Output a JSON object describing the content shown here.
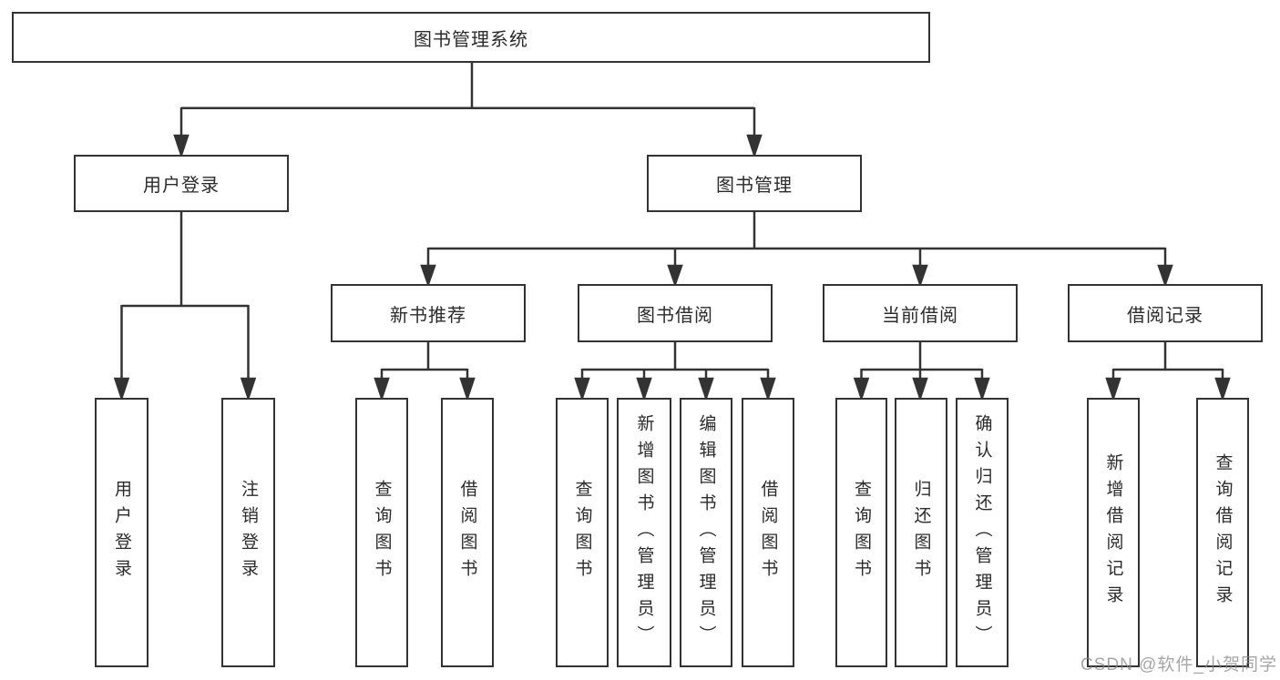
{
  "colors": {
    "line": "#333333",
    "text": "#2b2b2b",
    "box_background": "#ffffff",
    "watermark": "#848484"
  },
  "watermark": {
    "text": "CSDN @软件_小贺同学"
  },
  "tree": {
    "root": {
      "label": "图书管理系统"
    },
    "branches": [
      {
        "label": "用户登录",
        "children": [
          {
            "label": "用户登录"
          },
          {
            "label": "注销登录"
          }
        ]
      },
      {
        "label": "图书管理",
        "children": [
          {
            "label": "新书推荐",
            "children": [
              {
                "label": "查询图书"
              },
              {
                "label": "借阅图书"
              }
            ]
          },
          {
            "label": "图书借阅",
            "children": [
              {
                "label": "查询图书"
              },
              {
                "label": "新增图书（管理员）"
              },
              {
                "label": "编辑图书（管理员）"
              },
              {
                "label": "借阅图书"
              }
            ]
          },
          {
            "label": "当前借阅",
            "children": [
              {
                "label": "查询图书"
              },
              {
                "label": "归还图书"
              },
              {
                "label": "确认归还（管理员）"
              }
            ]
          },
          {
            "label": "借阅记录",
            "children": [
              {
                "label": "新增借阅记录"
              },
              {
                "label": "查询借阅记录"
              }
            ]
          }
        ]
      }
    ]
  }
}
